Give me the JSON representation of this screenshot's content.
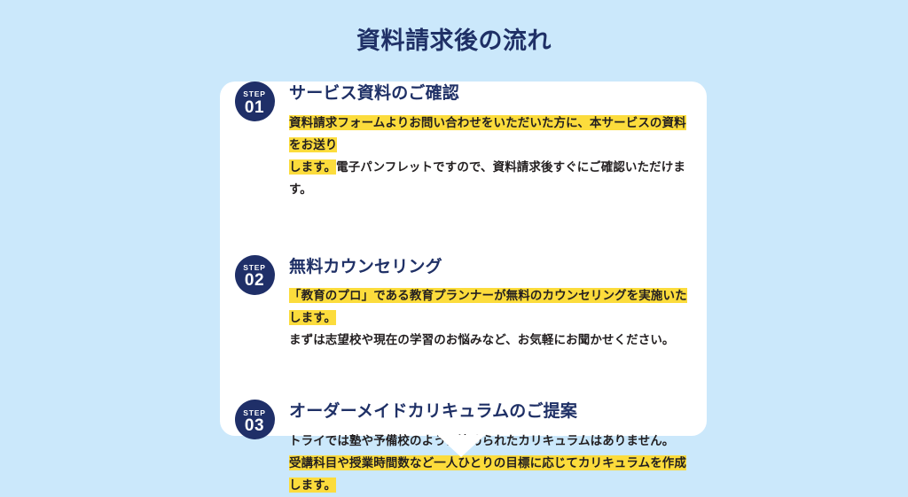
{
  "page": {
    "title": "資料請求後の流れ",
    "background_color": "#cbe8fb",
    "card_color": "#ffffff",
    "accent_navy": "#1f2f68",
    "heading_navy": "#1f3066",
    "highlight_yellow": "#fcdc3c"
  },
  "steps": [
    {
      "badge_label": "STEP",
      "badge_number": "01",
      "heading": "サービス資料のご確認",
      "lines": [
        {
          "segments": [
            {
              "text": "資料請求フォームよりお問い合わせをいただいた方に、本サービスの資料をお送り",
              "highlight": true
            }
          ]
        },
        {
          "segments": [
            {
              "text": "します。",
              "highlight": true
            },
            {
              "text": "電子パンフレットですので、資料請求後すぐにご確認いただけます。",
              "highlight": false
            }
          ]
        }
      ]
    },
    {
      "badge_label": "STEP",
      "badge_number": "02",
      "heading": "無料カウンセリング",
      "lines": [
        {
          "segments": [
            {
              "text": "「教育のプロ」である教育プランナーが無料のカウンセリングを実施いたします。",
              "highlight": true
            }
          ]
        },
        {
          "segments": [
            {
              "text": "まずは志望校や現在の学習のお悩みなど、お気軽にお聞かせください。",
              "highlight": false
            }
          ]
        }
      ]
    },
    {
      "badge_label": "STEP",
      "badge_number": "03",
      "heading": "オーダーメイドカリキュラムのご提案",
      "lines": [
        {
          "segments": [
            {
              "text": "トライでは塾や予備校のように決められたカリキュラムはありません。",
              "highlight": false
            }
          ]
        },
        {
          "segments": [
            {
              "text": "受講科目や授業時間数など一人ひとりの目標に応じてカリキュラムを作成します。",
              "highlight": true
            }
          ]
        }
      ]
    }
  ]
}
